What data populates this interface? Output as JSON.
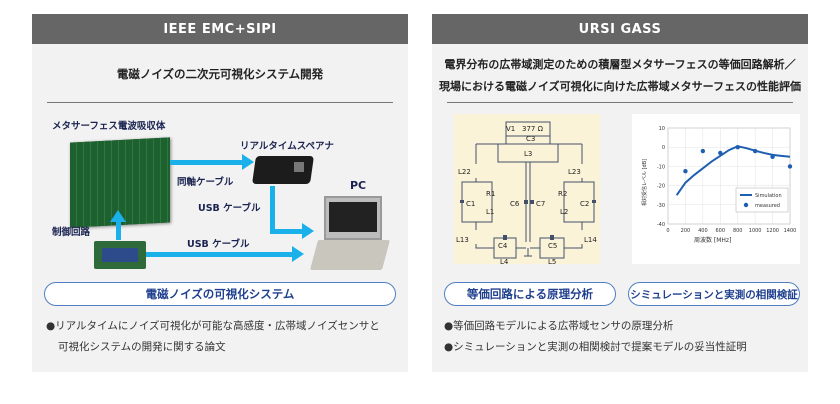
{
  "left_card": {
    "header": "IEEE EMC+SIPI",
    "title": "電磁ノイズの二次元可視化システム開発",
    "diagram": {
      "absorber_label": "メタサーフェス電波吸収体",
      "analyzer_label": "リアルタイムスペアナ",
      "pc_label": "PC",
      "coax_label": "同軸ケーブル",
      "usb_label_1": "USB ケーブル",
      "usb_label_2": "USB ケーブル",
      "control_label": "制御回路"
    },
    "pill": "電磁ノイズの可視化システム",
    "bullet_line1": "●リアルタイムにノイズ可視化が可能な高感度・広帯域ノイズセンサと",
    "bullet_line2": "可視化システムの開発に関する論文"
  },
  "right_card": {
    "header": "URSI GASS",
    "title_line1": "電界分布の広帯域測定のための積層型メタサーフェスの等価回路解析／",
    "title_line2": "現場における電磁ノイズ可視化に向けた広帯域メタサーフェスの性能評価",
    "circuit_labels": {
      "v1": "V1",
      "r377": "377 Ω",
      "c3": "C3",
      "l3": "L3",
      "l22": "L22",
      "l23": "L23",
      "r1": "R1",
      "r2": "R2",
      "c1": "C1",
      "c2": "C2",
      "l1": "L1",
      "l2": "L2",
      "c6": "C6",
      "c7": "C7",
      "l13": "L13",
      "l14": "L14",
      "c4": "C4",
      "c5": "C5",
      "l4": "L4",
      "l5": "L5"
    },
    "pill_left": "等価回路による原理分析",
    "pill_right": "シミュレーションと実測の相関検証",
    "bullet1": "●等価回路モデルによる広帯域センサの原理分析",
    "bullet2": "●シミュレーションと実測の相関検討で提案モデルの妥当性証明"
  },
  "chart_data": {
    "type": "line",
    "xlabel": "周波数 [MHz]",
    "ylabel": "相対受信レベル [dB]",
    "xlim": [
      0,
      1400
    ],
    "ylim": [
      -40,
      10
    ],
    "xticks": [
      "0",
      "200",
      "400",
      "600",
      "800",
      "1000",
      "1200",
      "1400"
    ],
    "yticks": [
      "10",
      "0",
      "-10",
      "-20",
      "-30",
      "-40"
    ],
    "legend_position": "bottom-right",
    "series": [
      {
        "name": "Simulation",
        "kind": "line",
        "color": "#1f5fb0",
        "x": [
          100,
          200,
          300,
          400,
          500,
          600,
          700,
          800,
          900,
          1000,
          1100,
          1200,
          1300,
          1400
        ],
        "y": [
          -25,
          -18.5,
          -14.5,
          -11,
          -7.5,
          -4.5,
          -1.5,
          0.5,
          -0.5,
          -1.8,
          -3,
          -4,
          -4.5,
          -5
        ]
      },
      {
        "name": "measured",
        "kind": "scatter",
        "color": "#1f5fb0",
        "x": [
          200,
          400,
          600,
          800,
          1000,
          1200,
          1400
        ],
        "y": [
          -12.5,
          -2,
          -3,
          0,
          -2,
          -5,
          -10
        ]
      }
    ]
  }
}
